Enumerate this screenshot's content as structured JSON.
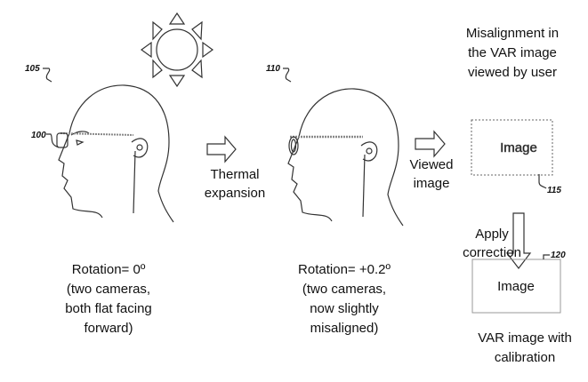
{
  "refs": {
    "head_left": "105",
    "glasses": "100",
    "head_right": "110",
    "misaligned_image": "115",
    "corrected_image": "120"
  },
  "left_caption": [
    "Rotation= 0º",
    "(two cameras,",
    "both flat facing",
    "forward)"
  ],
  "right_caption": [
    "Rotation= +0.2º",
    "(two cameras,",
    "now slightly",
    "misaligned)"
  ],
  "arrow1_label": [
    "Thermal",
    "expansion"
  ],
  "arrow2_label": [
    "Viewed",
    "image"
  ],
  "arrow3_label": [
    "Apply",
    "correction"
  ],
  "misaligned_title": [
    "Misalignment in",
    "the VAR image",
    "viewed by user"
  ],
  "misaligned_box_text": "Image",
  "corrected_box_text": "Image",
  "corrected_title": [
    "VAR image with",
    "calibration"
  ]
}
